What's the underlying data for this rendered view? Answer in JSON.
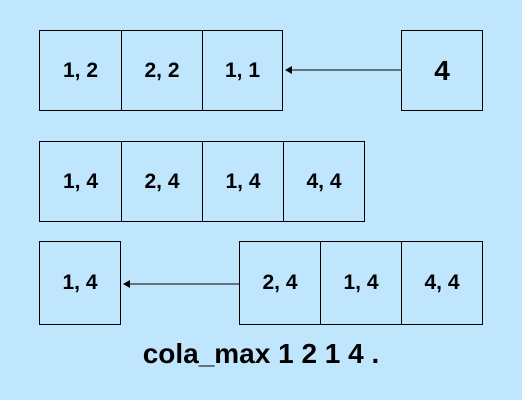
{
  "row1": {
    "cells": [
      "1, 2",
      "2, 2",
      "1, 1"
    ],
    "single": "4"
  },
  "row2": {
    "cells": [
      "1, 4",
      "2, 4",
      "1, 4",
      "4, 4"
    ]
  },
  "row3": {
    "single": "1, 4",
    "cells": [
      "2, 4",
      "1, 4",
      "4, 4"
    ]
  },
  "caption": "cola_max 1 2 1 4 ."
}
